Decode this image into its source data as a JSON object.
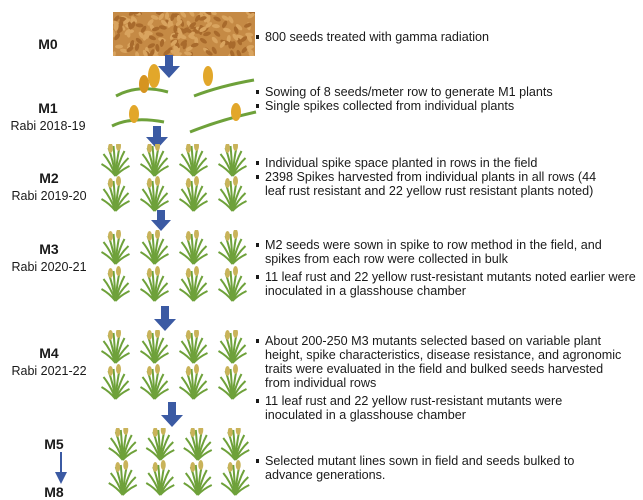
{
  "generations": [
    {
      "label": "M0",
      "season": ""
    },
    {
      "label": "M1",
      "season": "Rabi 2018-19"
    },
    {
      "label": "M2",
      "season": "Rabi 2019-20"
    },
    {
      "label": "M3",
      "season": "Rabi 2020-21"
    },
    {
      "label": "M4",
      "season": "Rabi 2021-22"
    },
    {
      "label": "M5",
      "season": ""
    },
    {
      "label": "M8",
      "season": ""
    }
  ],
  "descriptions": {
    "m0": [
      "800 seeds treated with gamma radiation"
    ],
    "m1": [
      "Sowing of 8 seeds/meter row to generate M1 plants",
      "Single spikes collected from individual plants"
    ],
    "m2": [
      "Individual spike space planted in rows in the field",
      "2398 Spikes harvested from individual plants in all rows (44 leaf rust resistant and 22 yellow rust resistant plants noted)"
    ],
    "m3": [
      "M2 seeds were sown in spike to row method in the field, and spikes from each row were collected in bulk",
      "11 leaf rust and 22 yellow rust-resistant mutants noted earlier were inoculated in a glasshouse chamber"
    ],
    "m4": [
      "About 200-250 M3 mutants selected based on variable plant height, spike characteristics, disease resistance, and agronomic traits were evaluated in the field and bulked seeds harvested from individual rows",
      "11 leaf rust and 22 yellow rust-resistant mutants were inoculated in a glasshouse chamber"
    ],
    "m5": [
      "Selected mutant lines sown in field and seeds bulked to advance generations."
    ]
  },
  "colors": {
    "arrow": "#3b5aa3",
    "leaf": "#6ea13a",
    "seed": "#c98b3f",
    "spike": "#e2a72a"
  }
}
